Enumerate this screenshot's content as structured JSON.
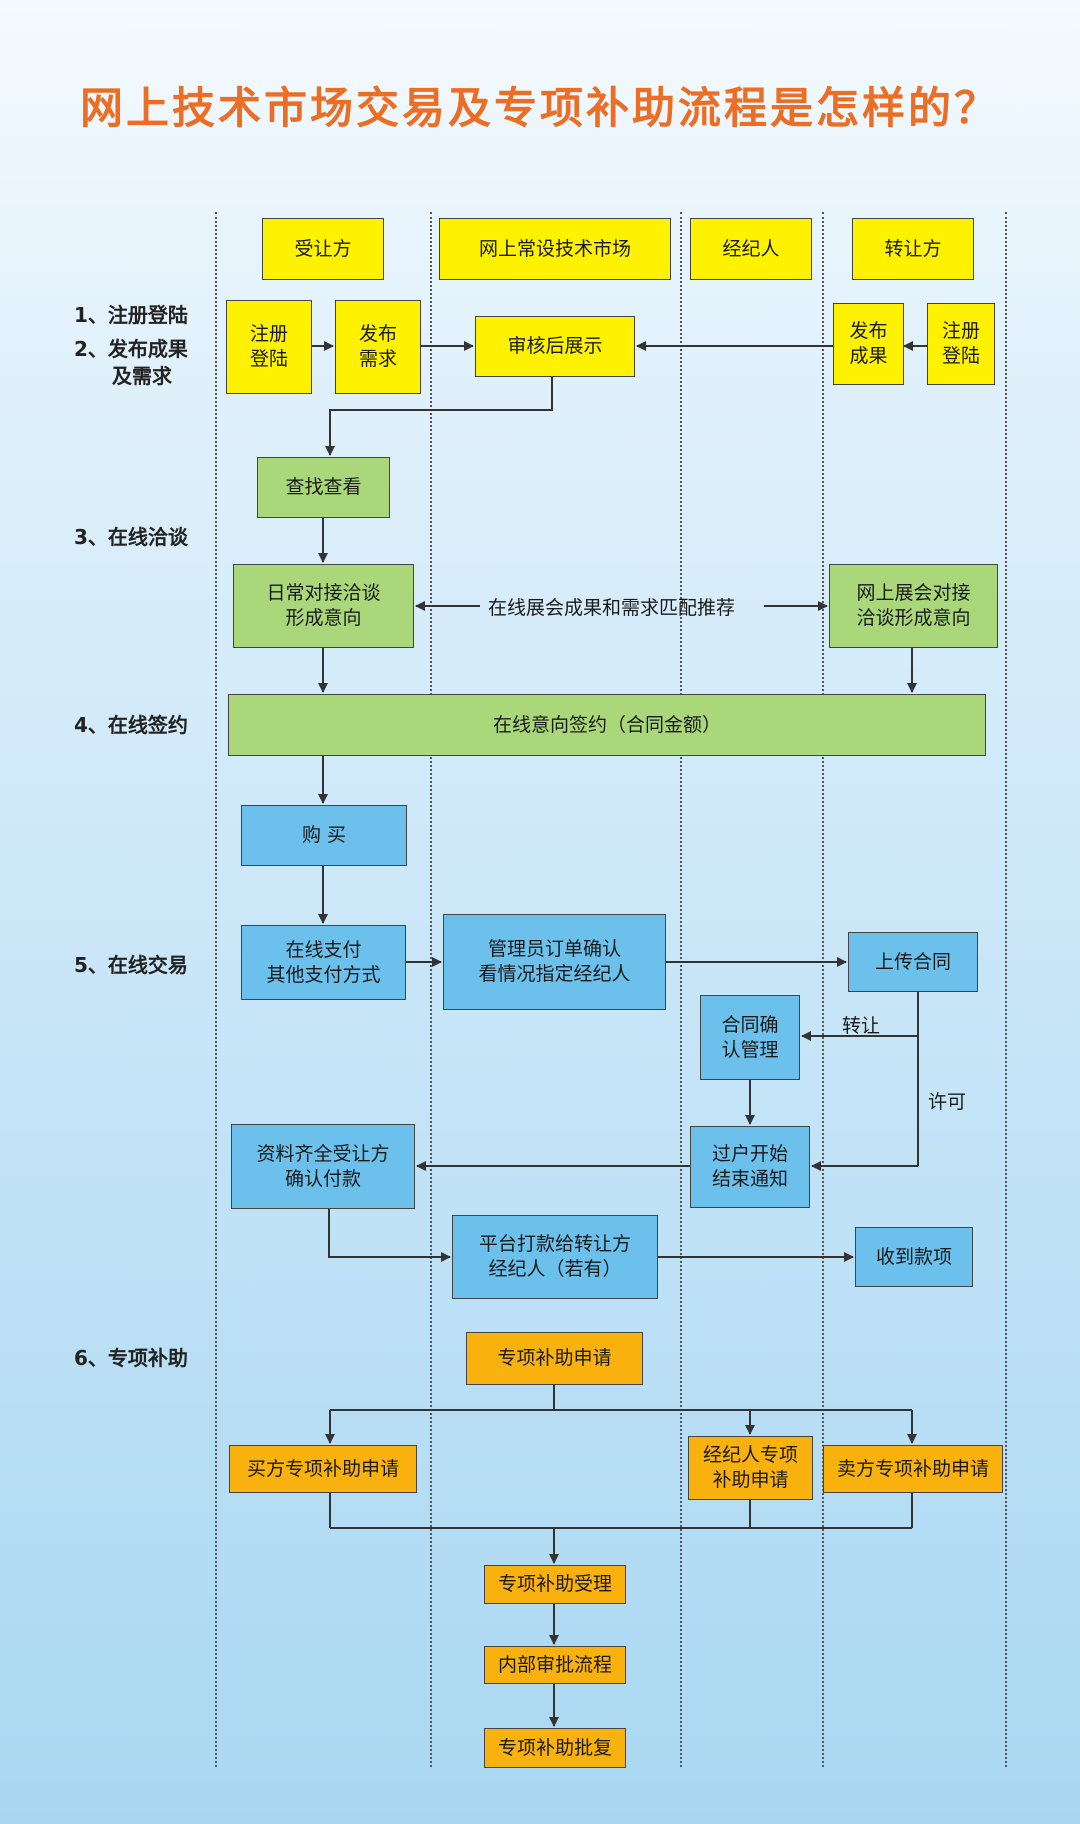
{
  "title": "网上技术市场交易及专项补助流程是怎样的？",
  "lanes": [
    "受让方",
    "网上常设技术市场",
    "经纪人",
    "转让方"
  ],
  "steps": {
    "s1": "1、注册登陆",
    "s2a": "2、发布成果",
    "s2b": "及需求",
    "s3": "3、在线洽谈",
    "s4": "4、在线签约",
    "s5": "5、在线交易",
    "s6": "6、专项补助"
  },
  "boxes": {
    "buyer_register": [
      "注册",
      "登陆"
    ],
    "buyer_publish": [
      "发布",
      "需求"
    ],
    "review_display": "审核后展示",
    "seller_publish": [
      "发布",
      "成果"
    ],
    "seller_register": [
      "注册",
      "登陆"
    ],
    "search_view": "查找查看",
    "daily_negotiation": [
      "日常对接洽谈",
      "形成意向"
    ],
    "online_fair": [
      "网上展会对接",
      "洽谈形成意向"
    ],
    "online_signing": "在线意向签约（合同金额）",
    "purchase": "购  买",
    "online_payment": [
      "在线支付",
      "其他支付方式"
    ],
    "admin_confirm": [
      "管理员订单确认",
      "看情况指定经纪人"
    ],
    "upload_contract": "上传合同",
    "contract_confirm": [
      "合同确",
      "认管理"
    ],
    "transfer_notice": [
      "过户开始",
      "结束通知"
    ],
    "buyer_pay": [
      "资料齐全受让方",
      "确认付款"
    ],
    "platform_pay": [
      "平台打款给转让方",
      "经纪人（若有）"
    ],
    "receive_payment": "收到款项",
    "subsidy_apply": "专项补助申请",
    "buyer_subsidy": "买方专项补助申请",
    "broker_subsidy": [
      "经纪人专项",
      "补助申请"
    ],
    "seller_subsidy": "卖方专项补助申请",
    "subsidy_accept": "专项补助受理",
    "internal_approval": "内部审批流程",
    "subsidy_reply": "专项补助批复"
  },
  "labels": {
    "match": "在线展会成果和需求匹配推荐",
    "transfer": "转让",
    "license": "许可"
  },
  "colors": {
    "title": "#ec6d24",
    "yellow": "#fff200",
    "green": "#a9d77a",
    "blue": "#6cc0ec",
    "orange": "#f8b10d",
    "line": "#333333"
  }
}
